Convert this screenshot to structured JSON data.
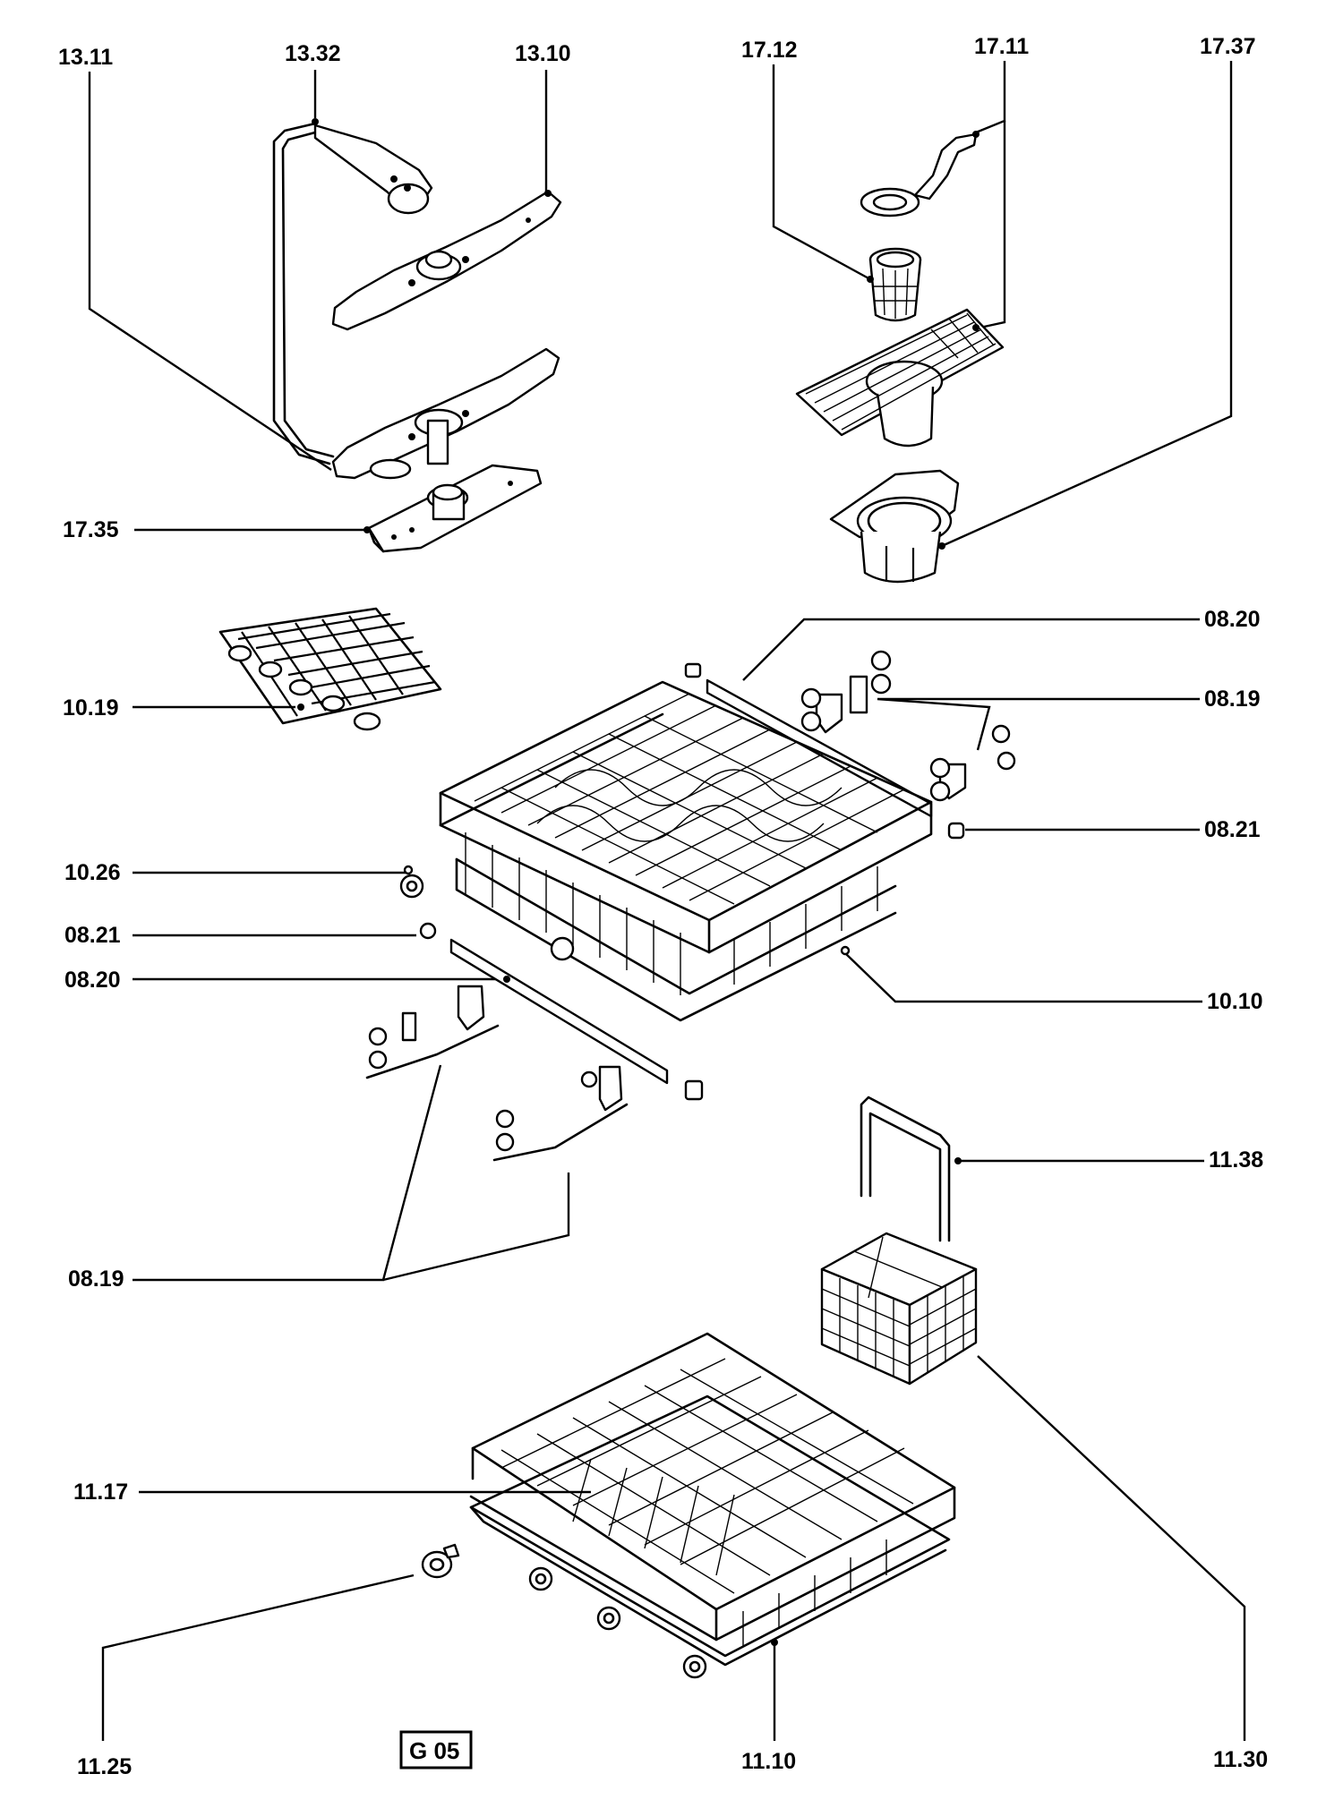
{
  "diagram_code": "G 05",
  "labels": {
    "l_13_11": "13.11",
    "l_13_32": "13.32",
    "l_13_10": "13.10",
    "l_17_12": "17.12",
    "l_17_11": "17.11",
    "l_17_37": "17.37",
    "l_17_35": "17.35",
    "l_08_20_top": "08.20",
    "l_10_19": "10.19",
    "l_08_19_top": "08.19",
    "l_08_21_right": "08.21",
    "l_10_26": "10.26",
    "l_08_21_left": "08.21",
    "l_08_20_left": "08.20",
    "l_10_10": "10.10",
    "l_11_38": "11.38",
    "l_08_19_bottom": "08.19",
    "l_11_17": "11.17",
    "l_11_25": "11.25",
    "l_11_10": "11.10",
    "l_11_30": "11.30"
  }
}
